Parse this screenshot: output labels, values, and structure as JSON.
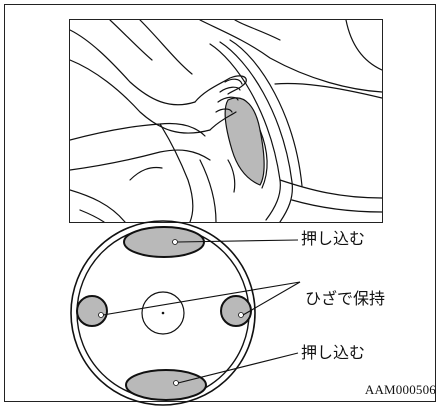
{
  "labels": {
    "push_top": "押し込む",
    "hold_with_knees": "ひざで保持",
    "push_bottom": "押し込む"
  },
  "document_code": "AAM000506",
  "colors": {
    "line": "#111111",
    "fill_gray": "#b9b9b9",
    "background": "#ffffff"
  }
}
